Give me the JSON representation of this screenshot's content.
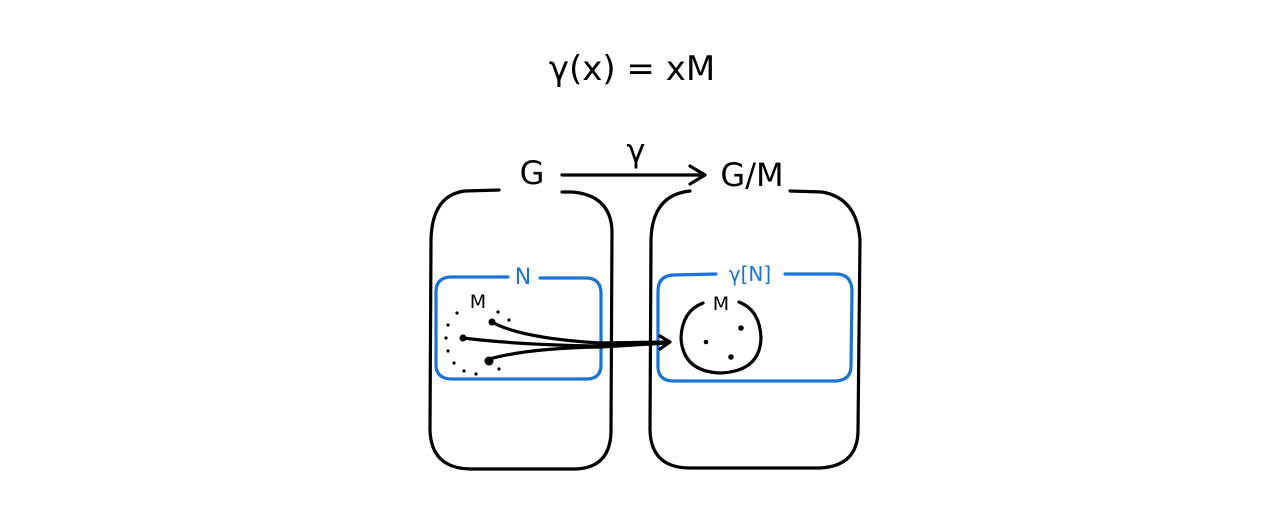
{
  "formula": "γ(x) = xM",
  "map": {
    "domain_label": "G",
    "arrow_label": "γ",
    "codomain_label": "G/M"
  },
  "left_box": {
    "subgroup_label": "N",
    "normal_subgroup_label": "M"
  },
  "right_box": {
    "subgroup_label": "γ[N]",
    "identity_label": "M"
  },
  "colors": {
    "ink": "#000000",
    "subgroup": "#1a73d6"
  }
}
